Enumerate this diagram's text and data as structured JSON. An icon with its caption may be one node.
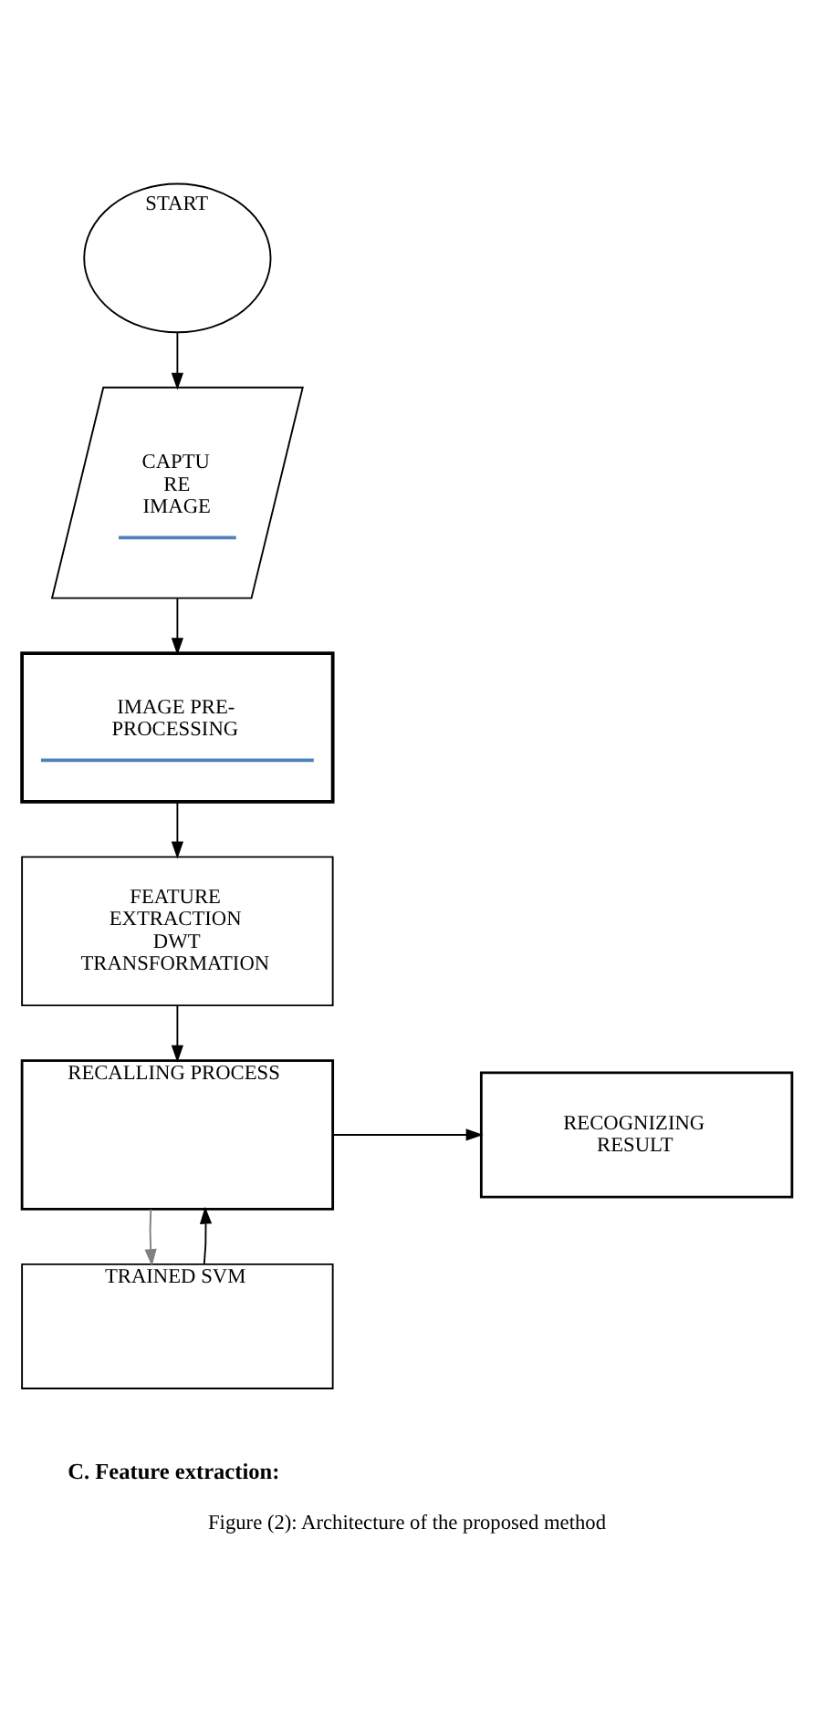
{
  "diagram": {
    "caption": "Figure (2): Architecture of the proposed method",
    "nodes": [
      {
        "text": [
          "START"
        ]
      },
      {
        "text": [
          "CAPTU RE IMAGE"
        ]
      },
      {
        "text": [
          "IMAGE PRE- PROCESSING"
        ]
      },
      {
        "text": [
          "FEATURE EXTRACTION DWT TRANSFORMATION"
        ]
      },
      {
        "text": [
          "RECALLING PROCESS"
        ]
      },
      {
        "text": [
          "RECOGNIZING RESULT"
        ]
      },
      {
        "text": [
          "TRAINED SVM"
        ]
      }
    ],
    "edges": [
      {
        "from": 0,
        "to": 1,
        "arrow": "to"
      },
      {
        "from": 1,
        "to": 2,
        "arrow": "to"
      },
      {
        "from": 2,
        "to": 3,
        "arrow": "to"
      },
      {
        "from": 3,
        "to": 4,
        "arrow": "to"
      },
      {
        "from": 4,
        "to": 5,
        "arrow": "to"
      },
      {
        "from": 4,
        "to": 6,
        "arrow": "to",
        "color": "#808080"
      },
      {
        "from": 6,
        "to": 4,
        "arrow": "to"
      }
    ],
    "labels": [
      "C. Feature extraction:"
    ]
  }
}
